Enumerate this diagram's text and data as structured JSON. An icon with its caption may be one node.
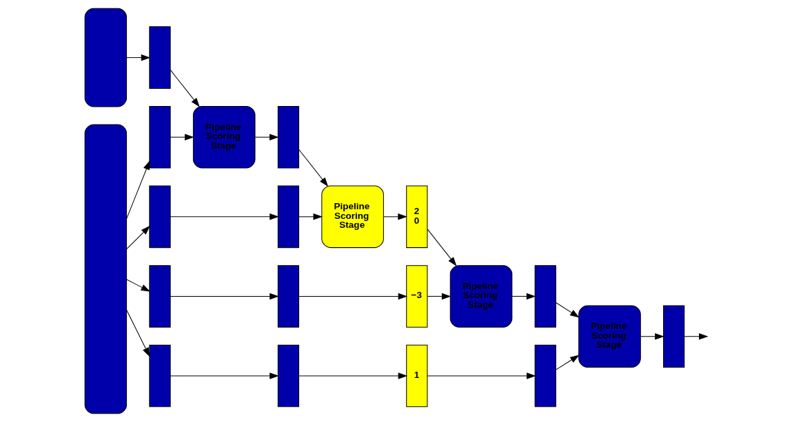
{
  "diagram": {
    "nodes": [
      {
        "text": [],
        "shape": "box"
      },
      {
        "text": [],
        "shape": "bar"
      },
      {
        "text": [],
        "shape": "box"
      },
      {
        "text": [],
        "shape": "bar"
      },
      {
        "text": [
          "Pipeline Scoring Stage"
        ]
      },
      {
        "text": [],
        "shape": "bar"
      },
      {
        "text": [],
        "shape": "bar"
      },
      {
        "text": [],
        "shape": "bar"
      },
      {
        "text": [
          "Pipeline Scoring Stage"
        ]
      },
      {
        "text": [
          "2",
          "0"
        ]
      },
      {
        "text": [],
        "shape": "bar"
      },
      {
        "text": [],
        "shape": "bar"
      },
      {
        "text": [
          "−3"
        ]
      },
      {
        "text": [
          "Pipeline Scoring Stage"
        ]
      },
      {
        "text": [],
        "shape": "bar"
      },
      {
        "text": [],
        "shape": "bar"
      },
      {
        "text": [],
        "shape": "bar"
      },
      {
        "text": [
          "1"
        ]
      },
      {
        "text": [],
        "shape": "bar"
      },
      {
        "text": [
          "Pipeline Scoring Stage"
        ]
      },
      {
        "text": [],
        "shape": "bar"
      }
    ],
    "edges": [
      {
        "from": 0,
        "to": 1,
        "arrow": "to"
      },
      {
        "from": 1,
        "to": 4,
        "arrow": "to"
      },
      {
        "from": 2,
        "to": 3,
        "arrow": "to"
      },
      {
        "from": 2,
        "to": 6,
        "arrow": "to"
      },
      {
        "from": 2,
        "to": 10,
        "arrow": "to"
      },
      {
        "from": 2,
        "to": 15,
        "arrow": "to"
      },
      {
        "from": 3,
        "to": 4,
        "arrow": "to"
      },
      {
        "from": 4,
        "to": 5,
        "arrow": "to"
      },
      {
        "from": 5,
        "to": 8,
        "arrow": "to"
      },
      {
        "from": 6,
        "to": 7,
        "arrow": "to"
      },
      {
        "from": 7,
        "to": 8,
        "arrow": "to"
      },
      {
        "from": 8,
        "to": 9,
        "arrow": "to"
      },
      {
        "from": 9,
        "to": 13,
        "arrow": "to"
      },
      {
        "from": 10,
        "to": 11,
        "arrow": "to"
      },
      {
        "from": 11,
        "to": 12,
        "arrow": "to"
      },
      {
        "from": 12,
        "to": 13,
        "arrow": "to"
      },
      {
        "from": 13,
        "to": 14,
        "arrow": "to"
      },
      {
        "from": 14,
        "to": 19,
        "arrow": "to"
      },
      {
        "from": 15,
        "to": 16,
        "arrow": "to"
      },
      {
        "from": 16,
        "to": 17,
        "arrow": "to"
      },
      {
        "from": 17,
        "to": 18,
        "arrow": "to"
      },
      {
        "from": 18,
        "to": 19,
        "arrow": "to"
      },
      {
        "from": 19,
        "to": 20,
        "arrow": "to"
      },
      {
        "from": 20,
        "to": null,
        "arrow": "to"
      }
    ]
  }
}
